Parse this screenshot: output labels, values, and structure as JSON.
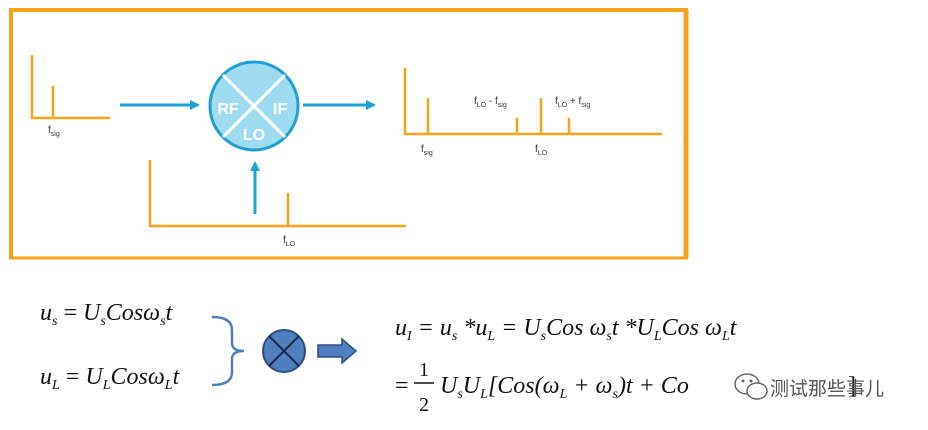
{
  "colors": {
    "frame": "#f7a21c",
    "axis": "#f7a21c",
    "arrow": "#1f9fd6",
    "mixer_fill": "#9fdcf2",
    "mixer_stroke": "#1f9fd6",
    "mixer2_fill": "#4f7fbf",
    "mixer2_stroke": "#2f4f7f",
    "bracket": "#4f7fbf"
  },
  "icons": [
    "mixer-icon",
    "multiply-circle-icon",
    "right-arrow-icon",
    "wechat-icon"
  ],
  "mixer": {
    "rf": "RF",
    "if": "IF",
    "lo": "LO"
  },
  "spectrum": {
    "input_label": {
      "main": "f",
      "sub": "sig"
    },
    "lo_label": {
      "main": "f",
      "sub": "LO"
    },
    "output_sig_label": {
      "main": "f",
      "sub": "sig"
    },
    "output_lo_label": {
      "main": "f",
      "sub": "LO"
    },
    "diff_label": {
      "f1": "f",
      "s1": "LO",
      "op": " - ",
      "f2": "f",
      "s2": "sig"
    },
    "sum_label": {
      "f1": "f",
      "s1": "LO",
      "op": " + ",
      "f2": "f",
      "s2": "sig"
    }
  },
  "equations": {
    "us": {
      "lhs": "u",
      "lhs_sub": "s",
      "eq": " = ",
      "amp": "U",
      "amp_sub": "s",
      "fn": "Cos",
      "w": "ω",
      "w_sub": "s",
      "t": "t"
    },
    "ul": {
      "lhs": "u",
      "lhs_sub": "L",
      "eq": " = ",
      "amp": "U",
      "amp_sub": "L",
      "fn": "Cos",
      "w": "ω",
      "w_sub": "L",
      "t": "t"
    },
    "ui_line1": {
      "a": "u",
      "a_sub": "I",
      "b": " = u",
      "b_sub": "s",
      "c": " *u",
      "c_sub": "L",
      "d": " = U",
      "d_sub": "s",
      "e": "Cos ω",
      "e_sub": "s",
      "f": "t *U",
      "f_sub": "L",
      "g": "Cos ω",
      "g_sub": "L",
      "h": "t"
    },
    "ui_line2": {
      "eq": "=",
      "num": "1",
      "den": "2",
      "u1": "U",
      "u1_sub": "s",
      "u2": "U",
      "u2_sub": "L",
      "body": "[Cos(ω",
      "w1_sub": "L",
      "plus": " + ω",
      "w2_sub": "s",
      "tail": ")t + Co",
      "close": "]"
    }
  },
  "watermark": "测试那些事儿"
}
